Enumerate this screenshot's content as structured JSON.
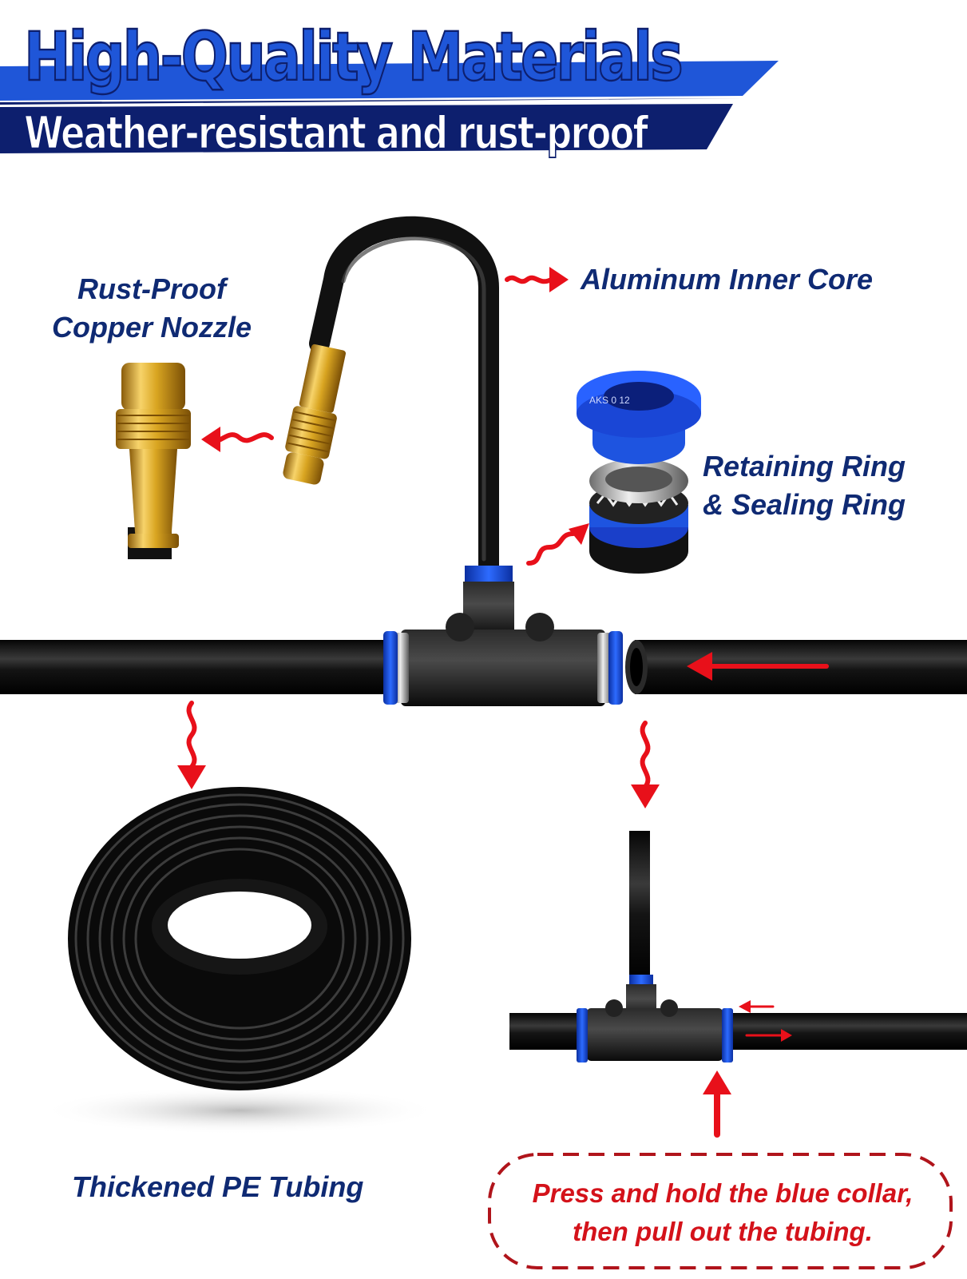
{
  "header": {
    "title": "High-Quality Materials",
    "subtitle": "Weather-resistant and rust-proof"
  },
  "labels": {
    "nozzle_line1": "Rust-Proof",
    "nozzle_line2": "Copper Nozzle",
    "inner_core": "Aluminum Inner Core",
    "ring_line1": "Retaining Ring",
    "ring_line2": "& Sealing Ring",
    "tubing": "Thickened PE Tubing"
  },
  "instruction": {
    "line1": "Press and hold the blue collar,",
    "line2": "then pull out the tubing."
  },
  "ring_marking": "AKS 0 12",
  "colors": {
    "brand_blue": "#1f56d8",
    "dark_navy": "#0d1f6e",
    "label_navy": "#0f2a73",
    "arrow_red": "#e8101a",
    "collar_blue": "#1e54e0",
    "tube_black": "#111111",
    "brass": "#d9a521"
  }
}
